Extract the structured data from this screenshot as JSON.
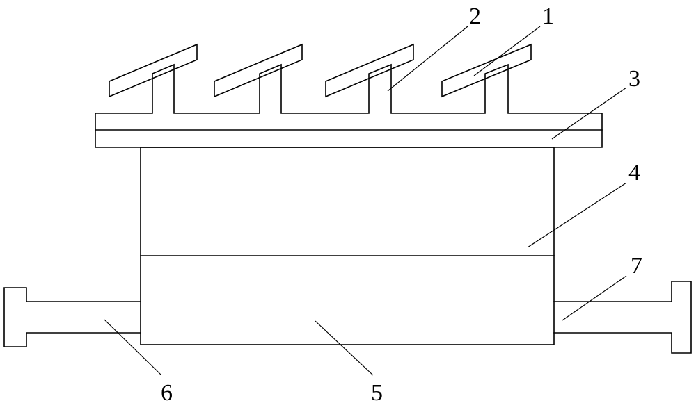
{
  "diagram": {
    "stroke_color": "#000000",
    "background_color": "#ffffff",
    "labels": {
      "l1": "1",
      "l2": "2",
      "l3": "3",
      "l4": "4",
      "l5": "5",
      "l6": "6",
      "l7": "7"
    }
  }
}
